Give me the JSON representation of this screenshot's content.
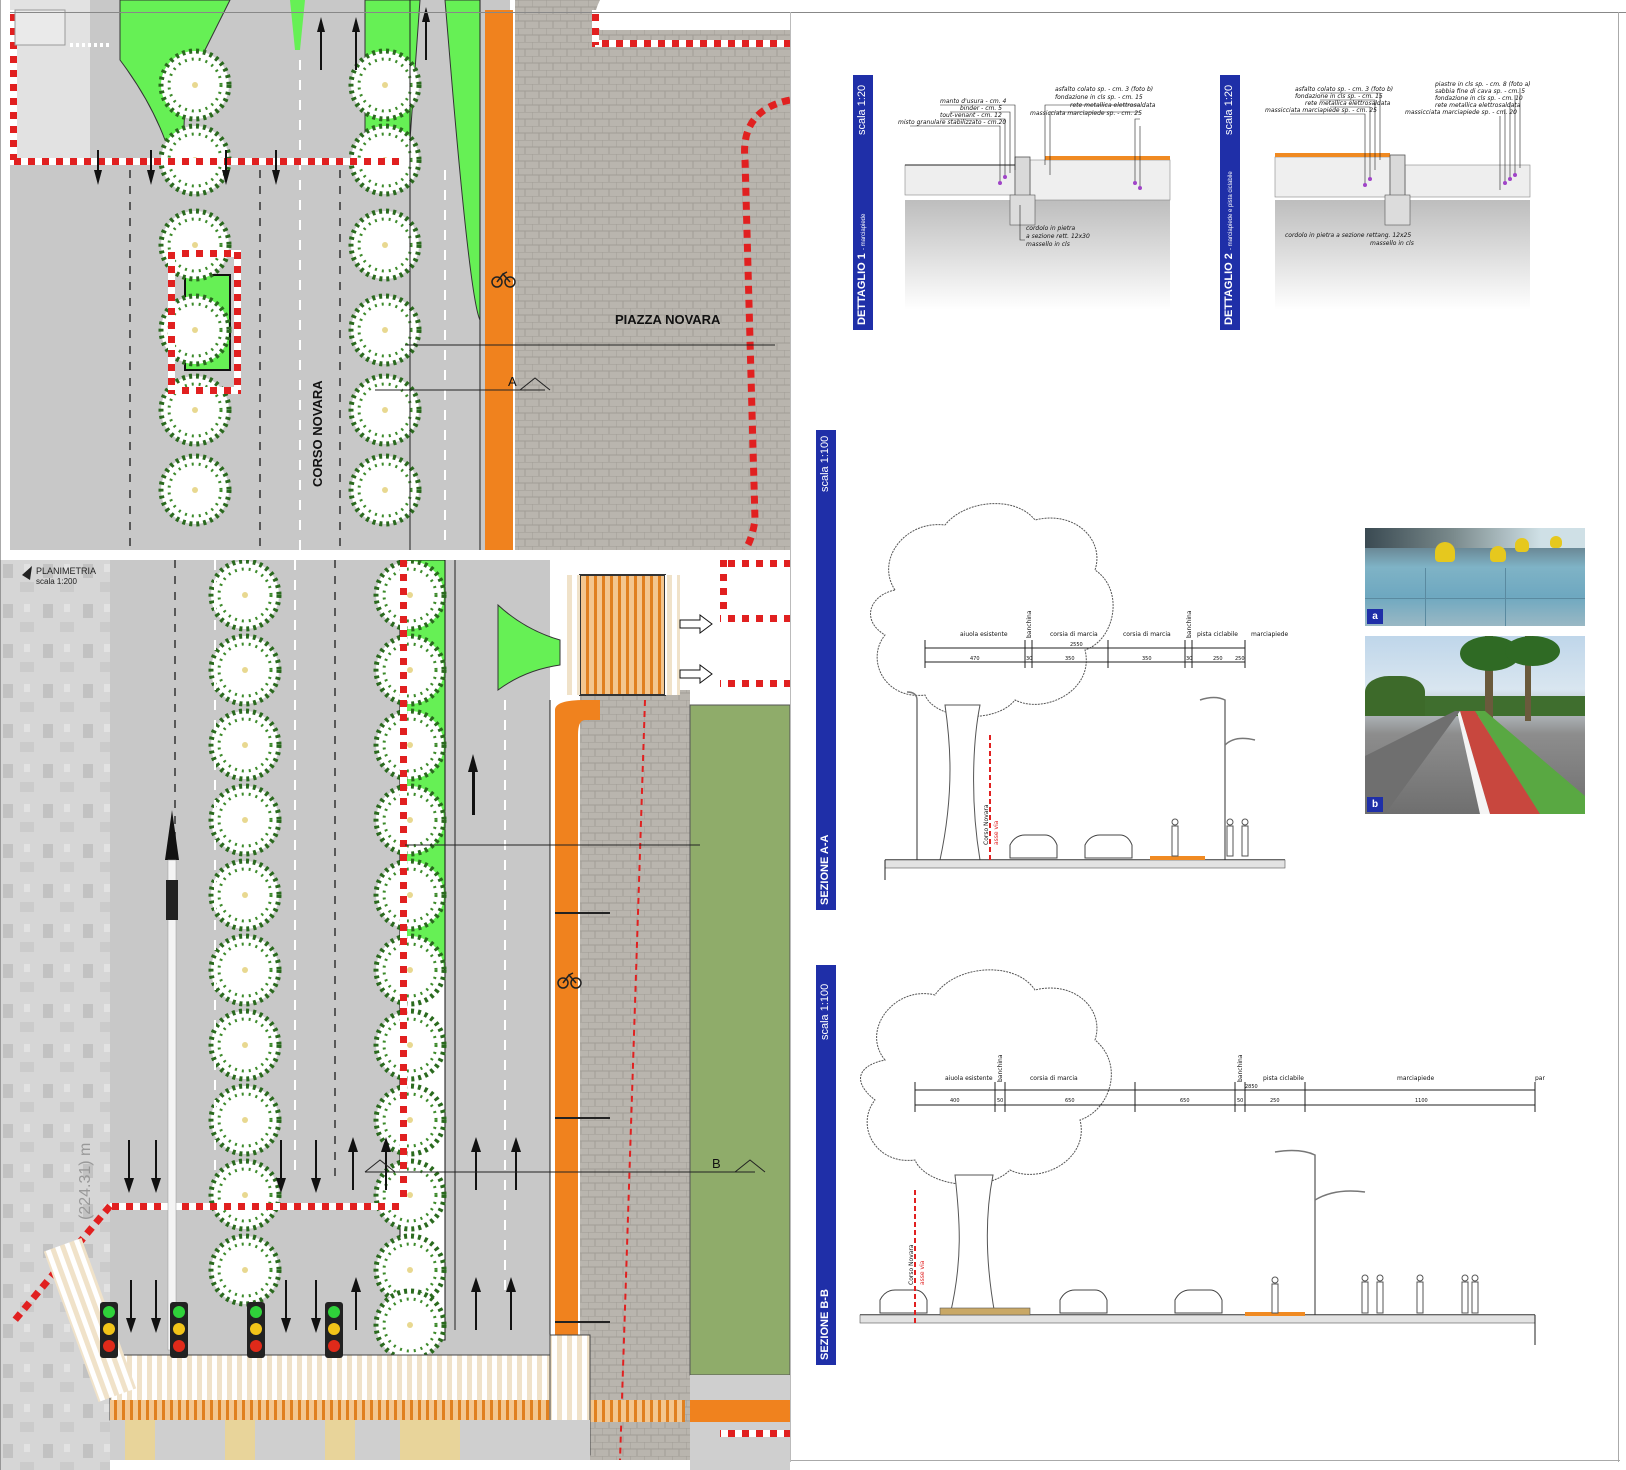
{
  "plan": {
    "title": "PLANIMETRIA",
    "scale": "scala 1:200",
    "street": "CORSO NOVARA",
    "square": "PIAZZA NOVARA",
    "marker_a": "A",
    "marker_b": "B",
    "elevation_note": "(224.31) m"
  },
  "detail1": {
    "title": "DETTAGLIO 1",
    "subtitle": "- marciapiede",
    "scale": "scala 1:20",
    "labels_left": [
      "manto d'usura - cm. 4",
      "binder - cm. 5",
      "tout-venant - cm. 12",
      "misto granulare stabilizzato - cm.20"
    ],
    "labels_right": [
      "asfalto colato sp. - cm. 3 (foto b)",
      "fondazione in cls sp. - cm. 15",
      "rete metallica elettrosaldata",
      "massicciata marciapiede sp. - cm. 25"
    ],
    "labels_bottom": [
      "cordolo in pietra",
      "a sezione rett. 12x30",
      "massello in cls"
    ]
  },
  "detail2": {
    "title": "DETTAGLIO 2",
    "subtitle": "- marciapiede e pista ciclabile",
    "scale": "scala 1:20",
    "labels_left": [
      "asfalto colato sp. - cm. 3 (foto b)",
      "fondazione in cls sp. - cm. 15",
      "rete metallica elettrosaldata",
      "massicciata marciapiede sp. - cm. 25"
    ],
    "labels_right": [
      "piastre in cls sp. - cm. 8 (foto a)",
      "sabbia fine di cava sp. - cm. 5",
      "fondazione in cls sp. - cm. 10",
      "rete metallica elettrosaldata",
      "massicciata marciapiede sp. - cm. 20"
    ],
    "labels_bottom": [
      "cordolo in pietra a sezione rettang. 12x25",
      "massello in cls"
    ]
  },
  "sectionA": {
    "title": "SEZIONE A-A",
    "scale": "scala 1:100",
    "segments": [
      "aiuola esistente",
      "banchina",
      "corsia di marcia",
      "corsia di marcia",
      "banchina",
      "pista ciclabile",
      "marciapiede"
    ],
    "dimensions": [
      "470",
      "30",
      "350",
      "350",
      "30",
      "250",
      "250"
    ],
    "total": "2550",
    "axis_label": "Corso Novara",
    "axis_sub": "asse via"
  },
  "sectionB": {
    "title": "SEZIONE B-B",
    "scale": "scala 1:100",
    "segments": [
      "aiuola esistente",
      "banchina",
      "corsia di marcia",
      "banchina",
      "pista ciclabile",
      "marciapiede",
      "parco"
    ],
    "dimensions": [
      "400",
      "50",
      "650",
      "650",
      "50",
      "250",
      "1100"
    ],
    "total": "2850",
    "axis_label": "Corso Novara",
    "axis_sub": "asse via"
  },
  "photos": {
    "a": "a",
    "b": "b"
  }
}
